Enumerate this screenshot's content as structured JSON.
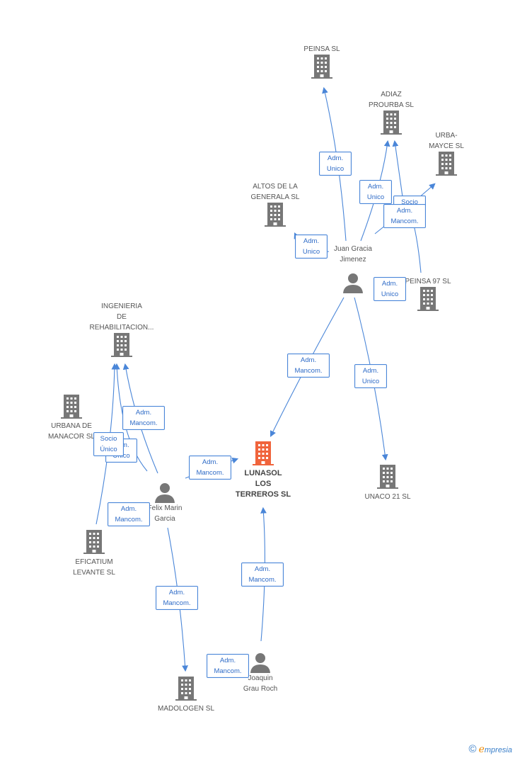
{
  "nodes": {
    "peinsa": "PEINSA SL",
    "adiaz": "ADIAZ\nPROURBA SL",
    "urba": "URBA-\nMAYCE SL",
    "altos": "ALTOS DE LA\nGENERALA SL",
    "juan": "Juan Gracia\nJimenez",
    "peinsa97": "PEINSA 97 SL",
    "ingenieria": "INGENIERIA\nDE\nREHABILITACION...",
    "urbana": "URBANA DE\nMANACOR SL",
    "lunasol": "LUNASOL\nLOS\nTERREROS SL",
    "unaco": "UNACO 21 SL",
    "felix": "Felix Marin\nGarcia",
    "eficatium": "EFICATIUM\nLEVANTE SL",
    "joaquin": "Joaquin\nGrau Roch",
    "madologen": "MADOLOGEN SL"
  },
  "edge_labels": {
    "e1": "Adm.\nUnico",
    "e2": "Adm.\nUnico",
    "e3": "Socio\nÚnico",
    "e4": "Adm.\nMancom.",
    "e5": "Adm.\nUnico",
    "e6": "Adm.\nUnico",
    "e7": "Adm.\nMancom.",
    "e8": "Adm.\nUnico",
    "e9": "Adm.\nMancom.",
    "e10": "Adm.\nUnico",
    "e11": "Socio\nÚnico",
    "e12": "Adm.\nMancom.",
    "e13": "Adm.\nMancom.",
    "e14": "Adm.\nMancom.",
    "e15": "Adm.\nMancom.",
    "e16": "Adm.\nMancom."
  },
  "colors": {
    "edge": "#4a86d8",
    "building": "#777777",
    "main_building": "#f0643c",
    "person": "#777777"
  },
  "footer": {
    "copyright": "©",
    "brand_initial": "e",
    "brand_rest": "mpresia"
  }
}
